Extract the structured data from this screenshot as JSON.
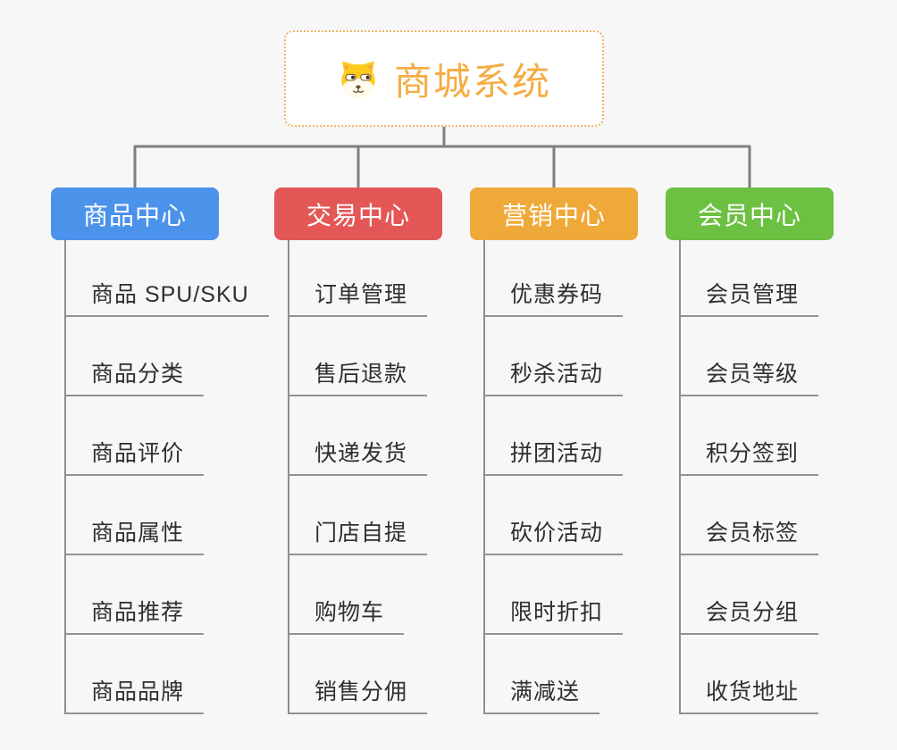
{
  "canvas": {
    "background": "#f7f7f7",
    "connector_color": "#7f7f7f",
    "child_line_color": "#8f8f8f",
    "child_text_color": "#2f2f2f"
  },
  "root": {
    "title": "商城系统",
    "icon": "dog-face",
    "title_color": "#f5ac43",
    "border_color": "#f2b566",
    "background": "#ffffff"
  },
  "branches": [
    {
      "label": "商品中心",
      "color": "#4b92ea",
      "children": [
        "商品 SPU/SKU",
        "商品分类",
        "商品评价",
        "商品属性",
        "商品推荐",
        "商品品牌"
      ]
    },
    {
      "label": "交易中心",
      "color": "#e35757",
      "children": [
        "订单管理",
        "售后退款",
        "快递发货",
        "门店自提",
        "购物车",
        "销售分佣"
      ]
    },
    {
      "label": "营销中心",
      "color": "#efa939",
      "children": [
        "优惠券码",
        "秒杀活动",
        "拼团活动",
        "砍价活动",
        "限时折扣",
        "满减送"
      ]
    },
    {
      "label": "会员中心",
      "color": "#6cc142",
      "children": [
        "会员管理",
        "会员等级",
        "积分签到",
        "会员标签",
        "会员分组",
        "收货地址"
      ]
    }
  ]
}
